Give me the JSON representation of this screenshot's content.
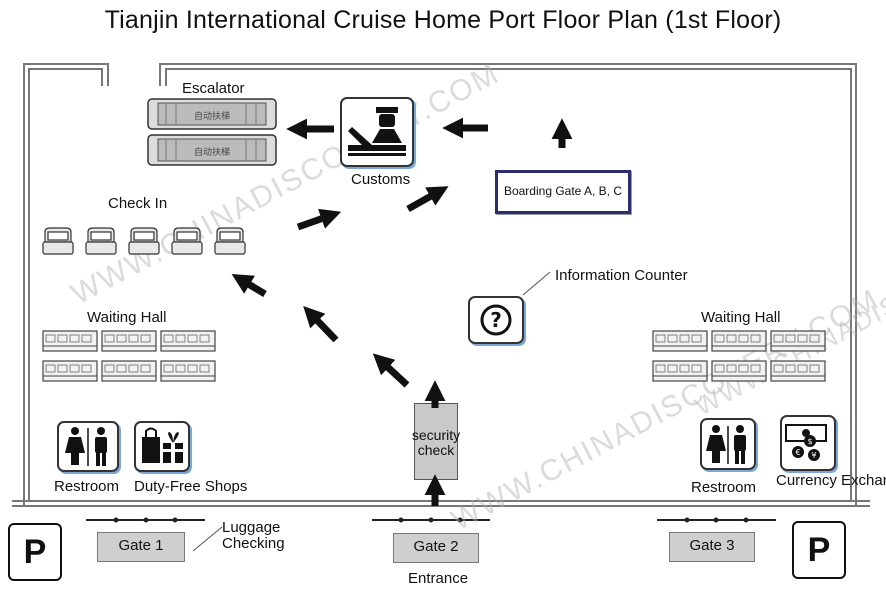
{
  "title": "Tianjin International Cruise Home Port Floor Plan (1st Floor)",
  "labels": {
    "escalator": "Escalator",
    "customs": "Customs",
    "boarding_gate": "Boarding Gate A, B, C",
    "check_in": "Check In",
    "information_counter": "Information Counter",
    "waiting_hall_left": "Waiting Hall",
    "waiting_hall_right": "Waiting Hall",
    "security_check": "security check",
    "restroom_left": "Restroom",
    "duty_free": "Duty-Free Shops",
    "restroom_right": "Restroom",
    "currency_exchange": "Currency Exchange",
    "luggage_checking": "Luggage Checking",
    "entrance": "Entrance",
    "escalator_sign": "自动扶梯"
  },
  "gates": [
    "Gate 1",
    "Gate 2",
    "Gate 3"
  ],
  "parking": [
    "P",
    "P"
  ],
  "watermark": "WWW.CHINADISCOVERY.COM",
  "icons": {
    "customs": "customs-officer-icon",
    "information": "question-mark-icon",
    "restroom": "restroom-icon",
    "duty_free": "shopping-bag-gift-icon",
    "currency": "currency-exchange-icon",
    "parking": "parking-icon",
    "check_in": "check-in-desk-icon",
    "waiting_seats": "seat-row-icon"
  },
  "colors": {
    "boarding_gate_border": "#2a2d6e",
    "icon_shadow": "#7aa6d8",
    "gate_fill": "#cfcfcf",
    "arrow": "#111111"
  }
}
